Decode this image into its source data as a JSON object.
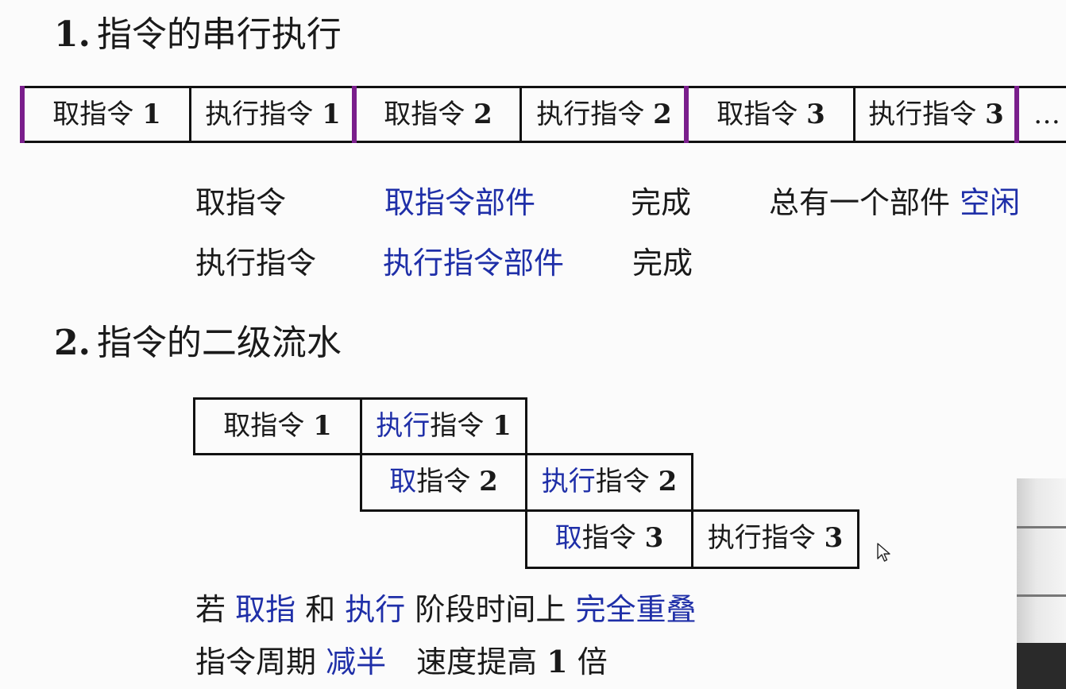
{
  "section1": {
    "number": "1.",
    "title": "指令的串行执行",
    "strip": [
      {
        "label": "取指令 ",
        "index": "1"
      },
      {
        "label": "执行指令 ",
        "index": "1"
      },
      {
        "label": "取指令 ",
        "index": "2"
      },
      {
        "label": "执行指令 ",
        "index": "2"
      },
      {
        "label": "取指令 ",
        "index": "3"
      },
      {
        "label": "执行指令 ",
        "index": "3"
      },
      {
        "label": "…",
        "index": ""
      }
    ],
    "notes": {
      "row1": {
        "term": "取指令",
        "unit": "取指令部件",
        "verb": "完成",
        "remark": "总有一个部件",
        "highlight": "空闲"
      },
      "row2": {
        "term": "执行指令",
        "unit": "执行指令部件",
        "verb": "完成"
      }
    }
  },
  "section2": {
    "number": "2.",
    "title": "指令的二级流水",
    "pipeline": [
      {
        "fetch_pre": "",
        "fetch_blue": "",
        "fetch_rest": "取指令 ",
        "fetch_idx": "1",
        "exec_blue": "执行",
        "exec_rest": "指令 ",
        "exec_idx": "1"
      },
      {
        "fetch_pre": "",
        "fetch_blue": "取",
        "fetch_rest": "指令 ",
        "fetch_idx": "2",
        "exec_blue": "执行",
        "exec_rest": "指令 ",
        "exec_idx": "2"
      },
      {
        "fetch_pre": "",
        "fetch_blue": "取",
        "fetch_rest": "指令 ",
        "fetch_idx": "3",
        "exec_blue": "",
        "exec_rest": "执行指令 ",
        "exec_idx": "3"
      }
    ],
    "summary": {
      "line1": {
        "w1": "若 ",
        "b1": "取指",
        "w2": " 和 ",
        "b2": "执行",
        "w3": " 阶段时间上 ",
        "b3": "完全重叠"
      },
      "line2": {
        "w1": "指令周期 ",
        "b1": "减半",
        "w2": "　速度提高 ",
        "num": "1",
        "w3": " 倍"
      }
    }
  },
  "colors": {
    "accent_blue": "#1f2fa8",
    "marker_purple": "#7a1e8c",
    "ink": "#1a1a1a"
  },
  "icons": {
    "cursor": "mouse-pointer-icon"
  }
}
